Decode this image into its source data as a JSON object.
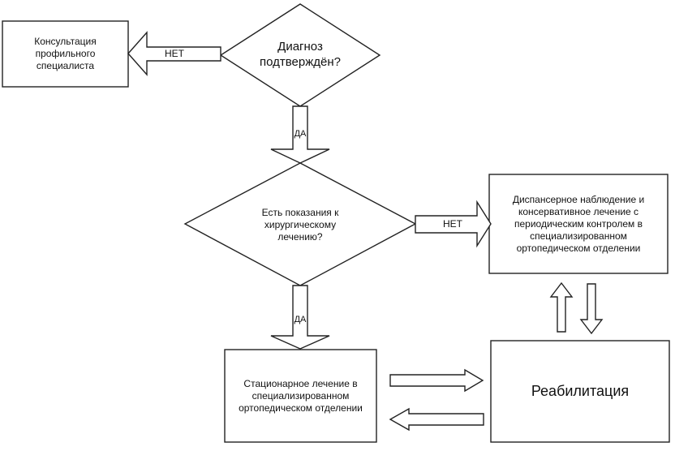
{
  "nodes": {
    "consultation": "Консультация профильного специалиста",
    "diagnosis_question": "Диагноз подтверждён?",
    "surgery_question": "Есть показания к хирургическому лечению?",
    "dispensary": "Диспансерное наблюдение и консервативное лечение с периодическим контролем в специализированном ортопедическом отделении",
    "inpatient": "Стационарное лечение в специализированном ортопедическом отделении",
    "rehabilitation": "Реабилитация"
  },
  "edges": {
    "no_label": "НЕТ",
    "yes_label": "ДА"
  }
}
